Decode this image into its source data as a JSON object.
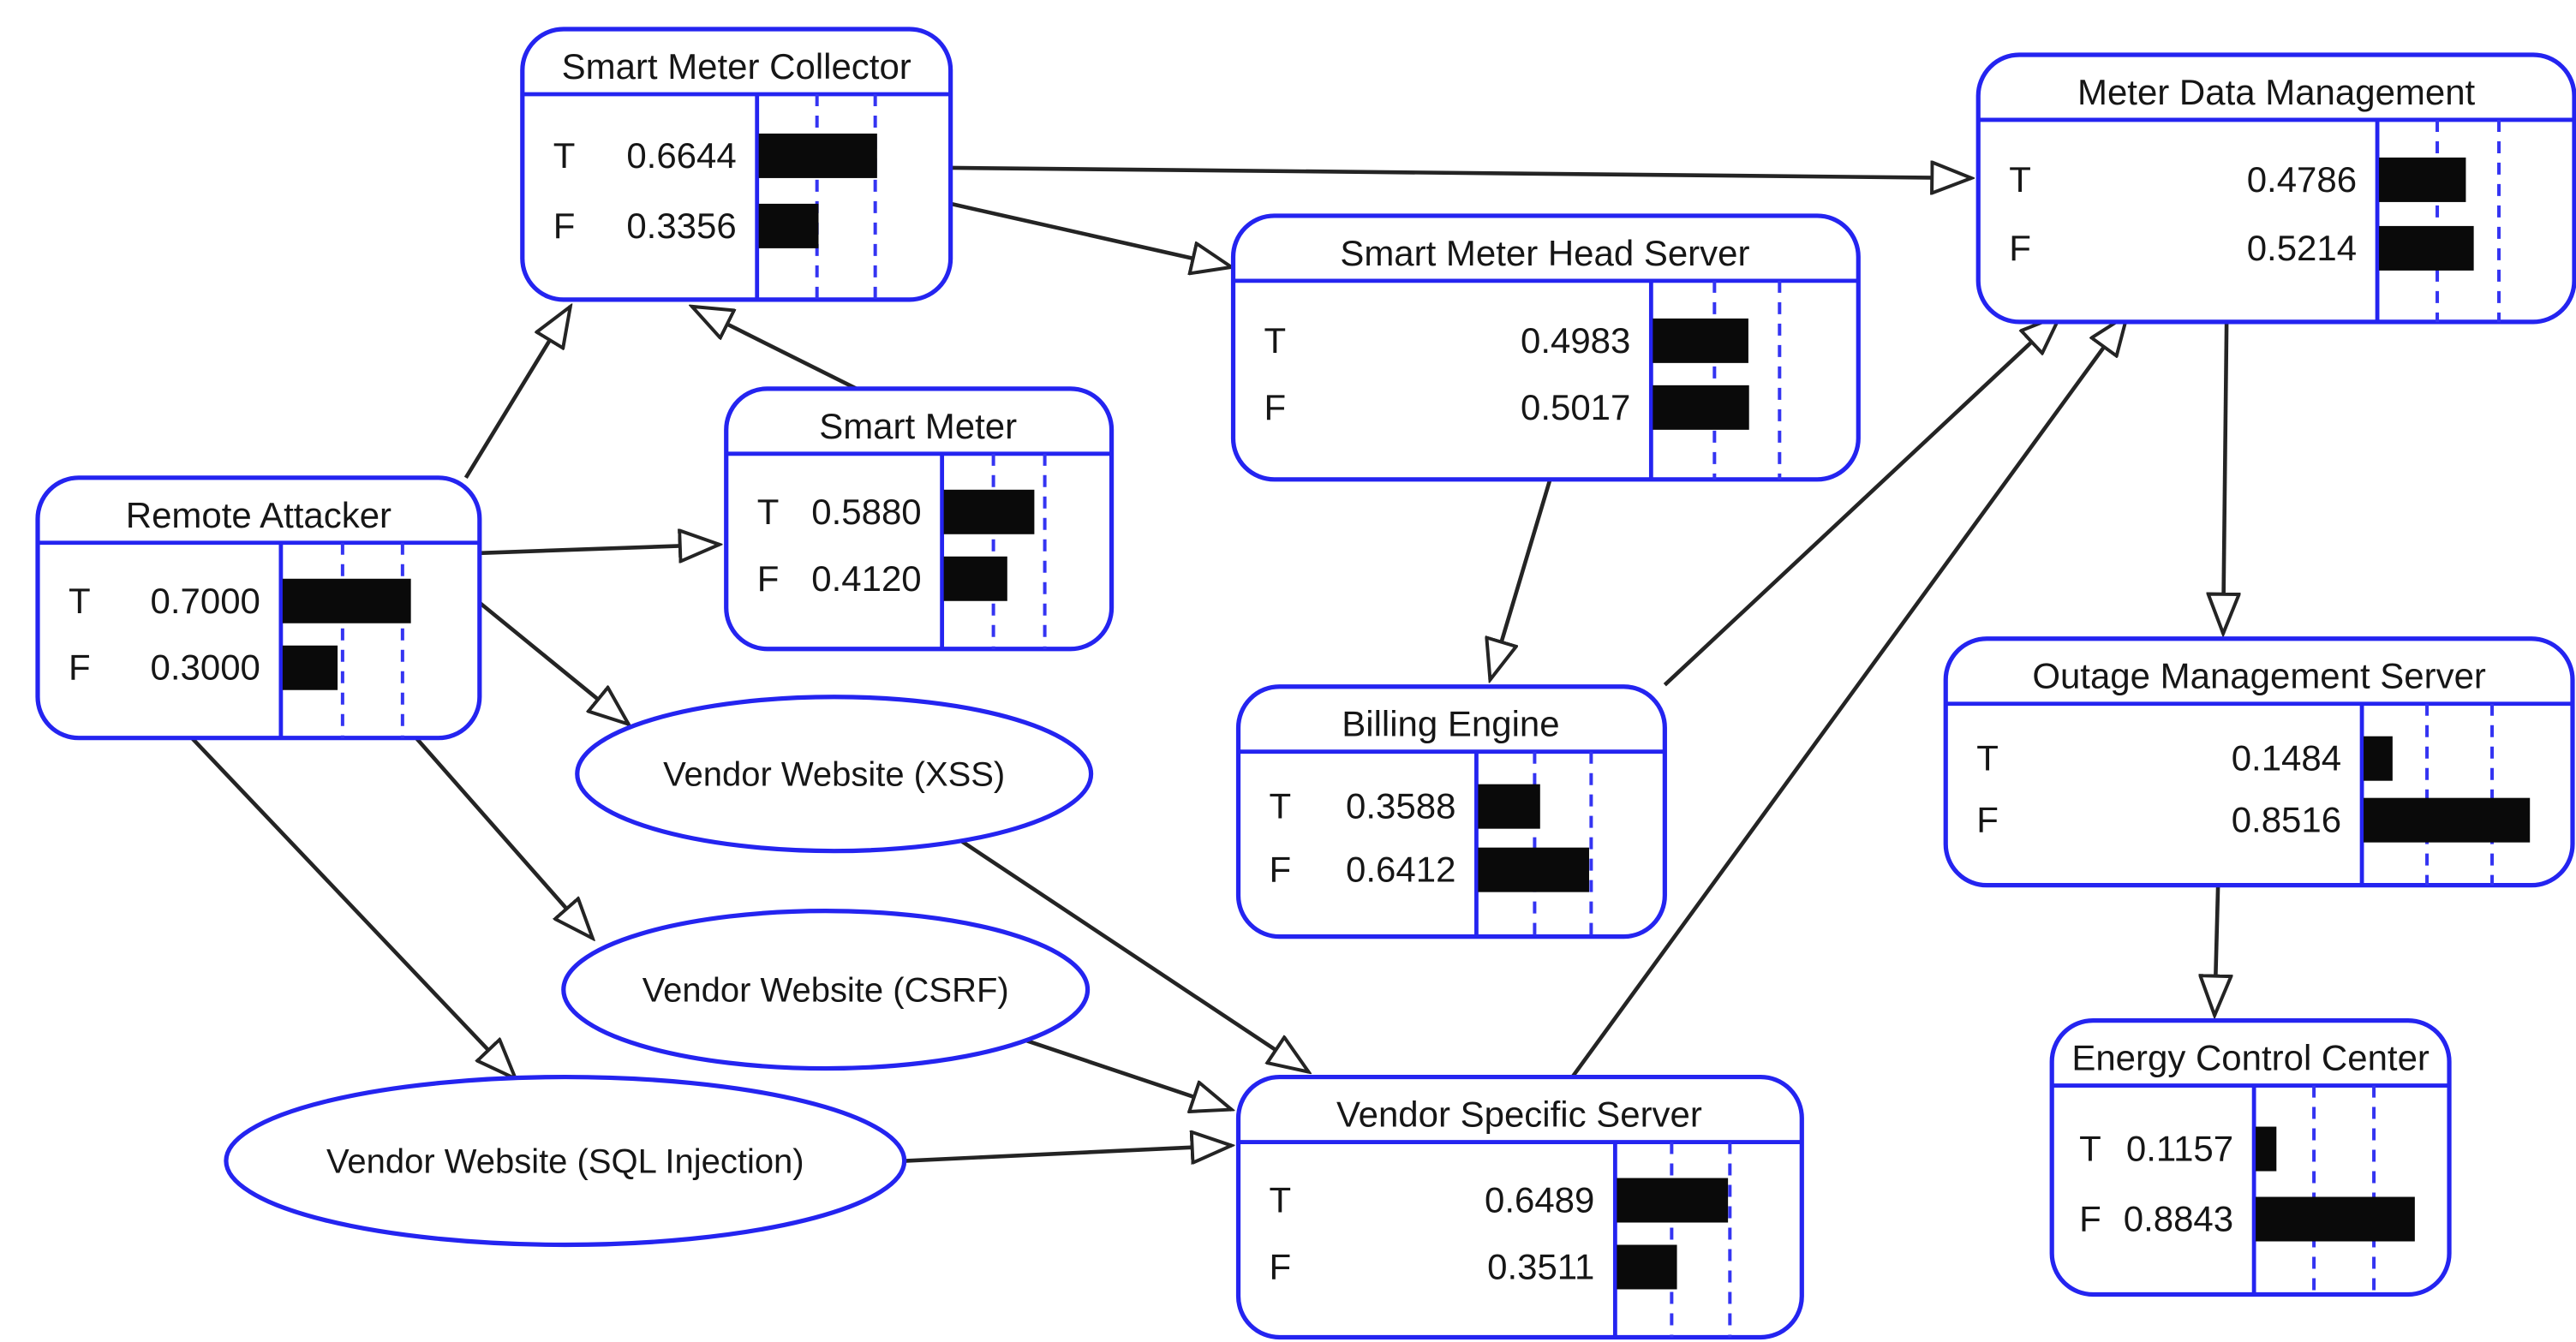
{
  "diagram": {
    "kind": "bayesian-attack-network",
    "background_color": "#ffffff",
    "node_border_color": "#2424f0",
    "gridline_color": "#3434f2",
    "bar_color": "#0a0a0a",
    "edge_color": "#242424",
    "states": [
      "T",
      "F"
    ]
  },
  "nodes": {
    "smart_meter_collector": {
      "title": "Smart Meter Collector",
      "rows": [
        {
          "state": "T",
          "value": "0.6644"
        },
        {
          "state": "F",
          "value": "0.3356"
        }
      ]
    },
    "meter_data_management": {
      "title": "Meter Data Management",
      "rows": [
        {
          "state": "T",
          "value": "0.4786"
        },
        {
          "state": "F",
          "value": "0.5214"
        }
      ]
    },
    "smart_meter_head_server": {
      "title": "Smart Meter Head Server",
      "rows": [
        {
          "state": "T",
          "value": "0.4983"
        },
        {
          "state": "F",
          "value": "0.5017"
        }
      ]
    },
    "smart_meter": {
      "title": "Smart Meter",
      "rows": [
        {
          "state": "T",
          "value": "0.5880"
        },
        {
          "state": "F",
          "value": "0.4120"
        }
      ]
    },
    "remote_attacker": {
      "title": "Remote Attacker",
      "rows": [
        {
          "state": "T",
          "value": "0.7000"
        },
        {
          "state": "F",
          "value": "0.3000"
        }
      ]
    },
    "billing_engine": {
      "title": "Billing Engine",
      "rows": [
        {
          "state": "T",
          "value": "0.3588"
        },
        {
          "state": "F",
          "value": "0.6412"
        }
      ]
    },
    "outage_management_server": {
      "title": "Outage Management Server",
      "rows": [
        {
          "state": "T",
          "value": "0.1484"
        },
        {
          "state": "F",
          "value": "0.8516"
        }
      ]
    },
    "vendor_specific_server": {
      "title": "Vendor Specific Server",
      "rows": [
        {
          "state": "T",
          "value": "0.6489"
        },
        {
          "state": "F",
          "value": "0.3511"
        }
      ]
    },
    "energy_control_center": {
      "title": "Energy Control Center",
      "rows": [
        {
          "state": "T",
          "value": "0.1157"
        },
        {
          "state": "F",
          "value": "0.8843"
        }
      ]
    }
  },
  "ellipse_nodes": {
    "vendor_website_xss": {
      "label": "Vendor Website (XSS)"
    },
    "vendor_website_csrf": {
      "label": "Vendor Website (CSRF)"
    },
    "vendor_website_sql_injection": {
      "label": "Vendor Website (SQL Injection)"
    }
  },
  "edges": [
    {
      "from": "remote_attacker",
      "to": "smart_meter_collector"
    },
    {
      "from": "smart_meter",
      "to": "smart_meter_collector"
    },
    {
      "from": "remote_attacker",
      "to": "smart_meter"
    },
    {
      "from": "remote_attacker",
      "to": "vendor_website_xss"
    },
    {
      "from": "remote_attacker",
      "to": "vendor_website_csrf"
    },
    {
      "from": "remote_attacker",
      "to": "vendor_website_sql_injection"
    },
    {
      "from": "smart_meter_collector",
      "to": "meter_data_management"
    },
    {
      "from": "smart_meter_collector",
      "to": "smart_meter_head_server"
    },
    {
      "from": "smart_meter_head_server",
      "to": "billing_engine"
    },
    {
      "from": "billing_engine",
      "to": "meter_data_management"
    },
    {
      "from": "vendor_specific_server",
      "to": "meter_data_management"
    },
    {
      "from": "vendor_website_xss",
      "to": "vendor_specific_server"
    },
    {
      "from": "vendor_website_csrf",
      "to": "vendor_specific_server"
    },
    {
      "from": "vendor_website_sql_injection",
      "to": "vendor_specific_server"
    },
    {
      "from": "meter_data_management",
      "to": "outage_management_server"
    },
    {
      "from": "outage_management_server",
      "to": "energy_control_center"
    }
  ]
}
